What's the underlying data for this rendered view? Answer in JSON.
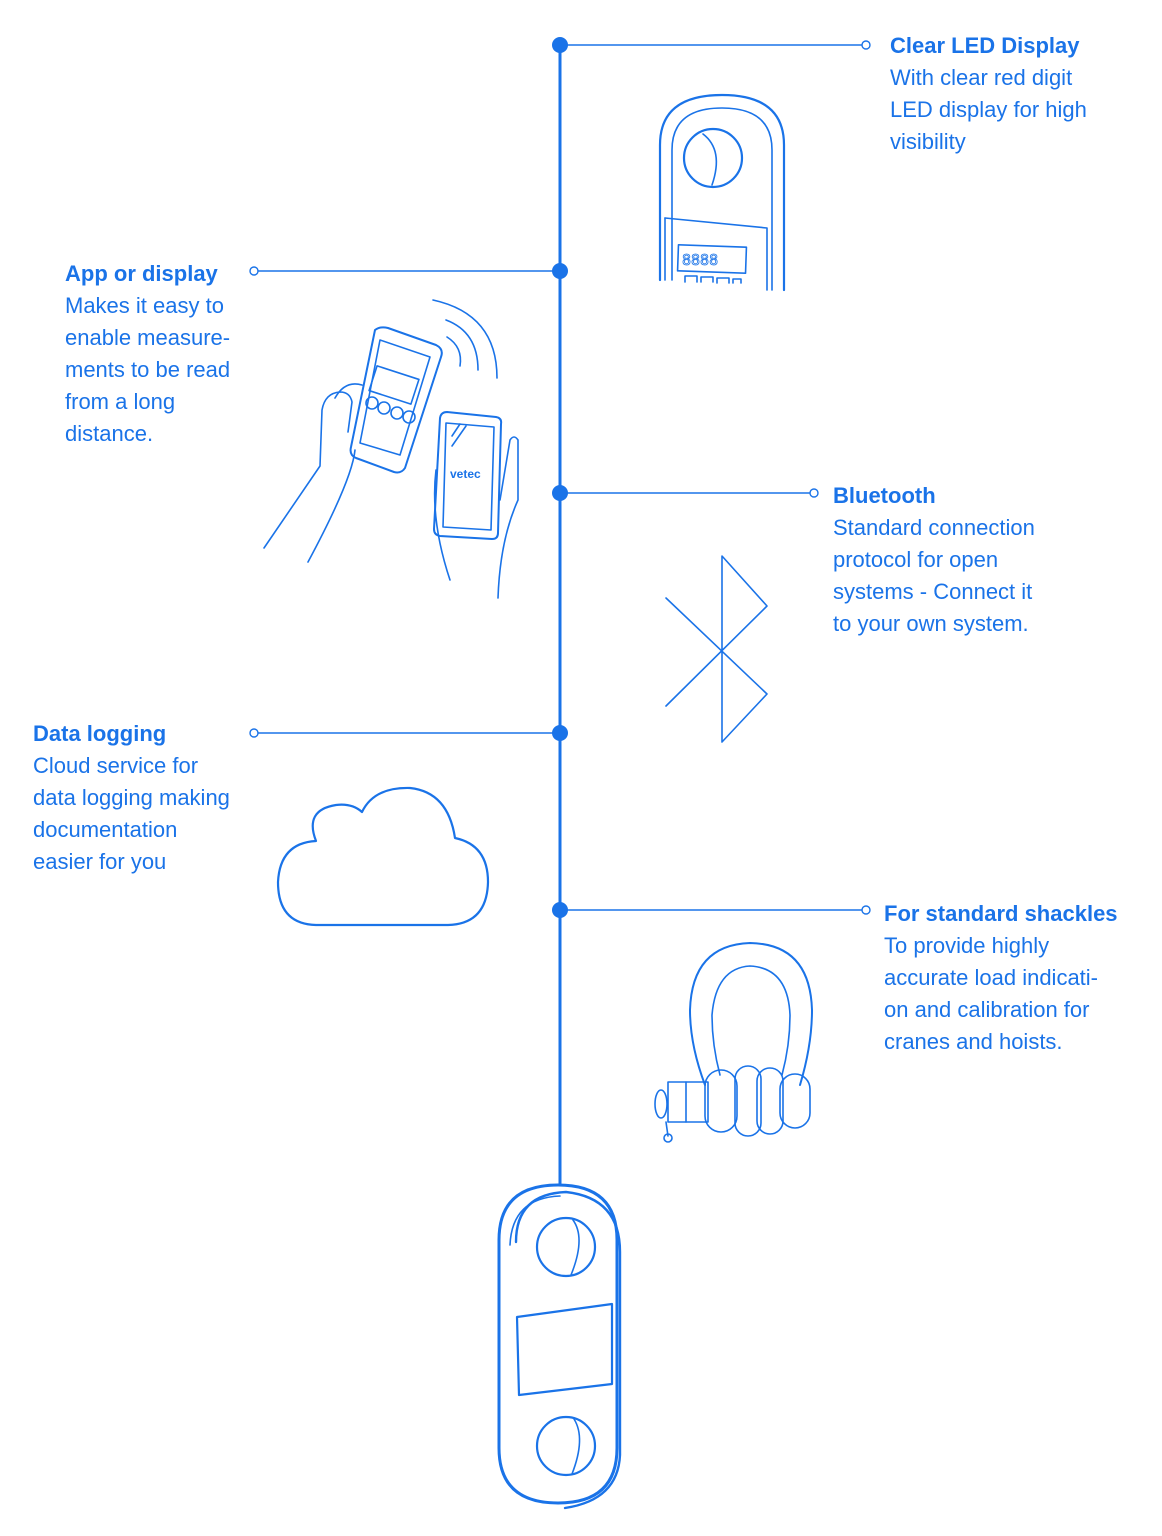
{
  "features": [
    {
      "id": "clear-led-display",
      "title": "Clear LED Display",
      "lines": [
        "With clear red digit",
        "LED display for high",
        "visibility"
      ]
    },
    {
      "id": "app-or-display",
      "title": "App or display",
      "lines": [
        "Makes it easy to",
        "enable measure-",
        "ments to be read",
        "from a long",
        "distance."
      ]
    },
    {
      "id": "bluetooth",
      "title": "Bluetooth",
      "lines": [
        "Standard connection",
        "protocol for open",
        "systems - Connect it",
        "to your own system."
      ]
    },
    {
      "id": "data-logging",
      "title": "Data logging",
      "lines": [
        "Cloud service for",
        "data logging making",
        "documentation",
        "easier for you"
      ]
    },
    {
      "id": "standard-shackles",
      "title": "For standard shackles",
      "lines": [
        "To provide highly",
        "accurate load indicati-",
        "on and calibration for",
        "cranes and hoists."
      ]
    }
  ],
  "illustrations": {
    "led_digits": "8888",
    "phone_brand": "vetec"
  },
  "colors": {
    "accent": "#1a73e8"
  }
}
